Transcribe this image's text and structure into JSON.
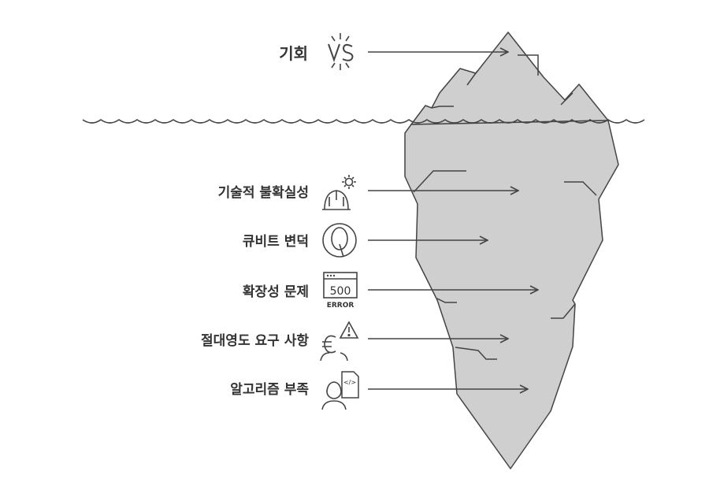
{
  "colors": {
    "ice": "#cfcfcf",
    "line": "#444444",
    "text": "#333333",
    "background": "#ffffff"
  },
  "above_water": {
    "label": "기회",
    "icon": "vs-icon"
  },
  "below_water": [
    {
      "label": "기술적 불확실성",
      "icon": "engineer-hardhat-gear-icon"
    },
    {
      "label": "큐비트 변덕",
      "icon": "q-circle-icon"
    },
    {
      "label": "확장성 문제",
      "icon": "server-500-error-icon",
      "icon_text": "500",
      "icon_subtext": "ERROR"
    },
    {
      "label": "절대영도 요구 사항",
      "icon": "person-euro-warning-icon"
    },
    {
      "label": "알고리즘 부족",
      "icon": "developer-code-file-icon",
      "icon_text": "</>"
    }
  ]
}
